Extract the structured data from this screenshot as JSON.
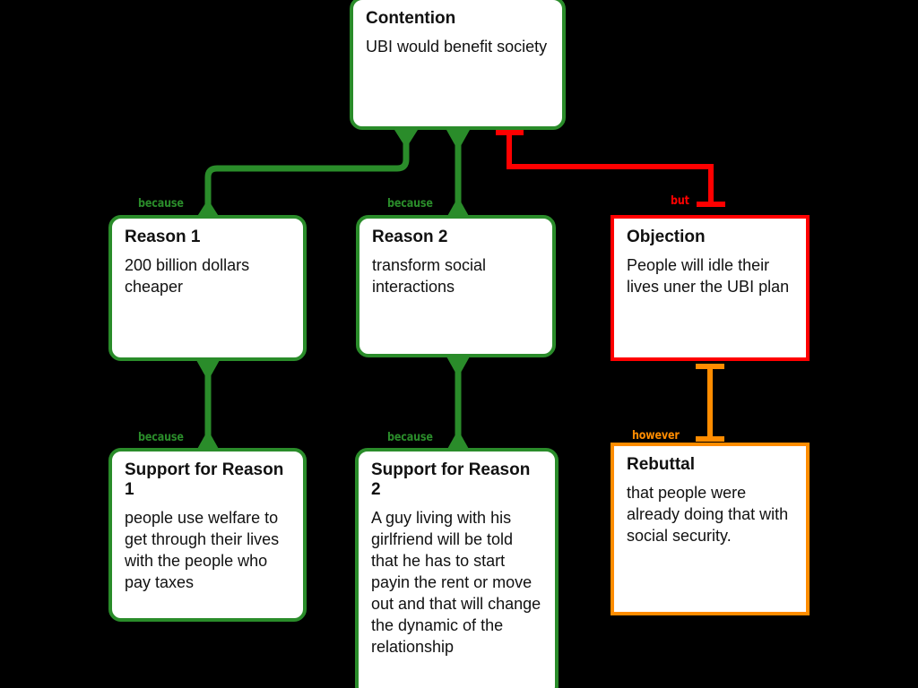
{
  "diagram": {
    "type": "argument-map",
    "background_color": "#000000",
    "palette": {
      "support_green": "#2a8c2a",
      "objection_red": "#ff0000",
      "rebuttal_orange": "#ff8c00",
      "node_fill": "#ffffff",
      "text": "#111111"
    }
  },
  "nodes": {
    "contention": {
      "title": "Contention",
      "body": "UBI would benefit society",
      "role": "contention",
      "color": "#2a8c2a"
    },
    "reason1": {
      "title": "Reason 1",
      "body": "200 billion dollars cheaper",
      "role": "reason",
      "color": "#2a8c2a"
    },
    "reason2": {
      "title": "Reason 2",
      "body": "transform social interactions",
      "role": "reason",
      "color": "#2a8c2a"
    },
    "objection": {
      "title": "Objection",
      "body": "People will idle their lives uner the UBI plan",
      "role": "objection",
      "color": "#ff0000"
    },
    "support1": {
      "title": "Support for Reason 1",
      "body": "people use welfare to get through their lives with the people who pay taxes",
      "role": "support",
      "color": "#2a8c2a"
    },
    "support2": {
      "title": "Support for Reason 2",
      "body": "A guy living with his girlfriend will be told that he has to start payin the rent or move out and that will change the dynamic of the relationship",
      "role": "support",
      "color": "#2a8c2a"
    },
    "rebuttal": {
      "title": "Rebuttal",
      "body": "that people were already doing that with social security.",
      "role": "rebuttal",
      "color": "#ff8c00"
    }
  },
  "connectors": [
    {
      "id": "contention-reason1",
      "label": "because",
      "color": "#2a8c2a",
      "from": "contention",
      "to": "reason1",
      "style": "rounded-elbow"
    },
    {
      "id": "contention-reason2",
      "label": "because",
      "color": "#2a8c2a",
      "from": "contention",
      "to": "reason2",
      "style": "straight"
    },
    {
      "id": "contention-objection",
      "label": "but",
      "color": "#ff0000",
      "from": "contention",
      "to": "objection",
      "style": "square-elbow"
    },
    {
      "id": "reason1-support1",
      "label": "because",
      "color": "#2a8c2a",
      "from": "reason1",
      "to": "support1",
      "style": "straight"
    },
    {
      "id": "reason2-support2",
      "label": "because",
      "color": "#2a8c2a",
      "from": "reason2",
      "to": "support2",
      "style": "straight"
    },
    {
      "id": "objection-rebuttal",
      "label": "however",
      "color": "#ff8c00",
      "from": "objection",
      "to": "rebuttal",
      "style": "straight-tbar"
    }
  ]
}
